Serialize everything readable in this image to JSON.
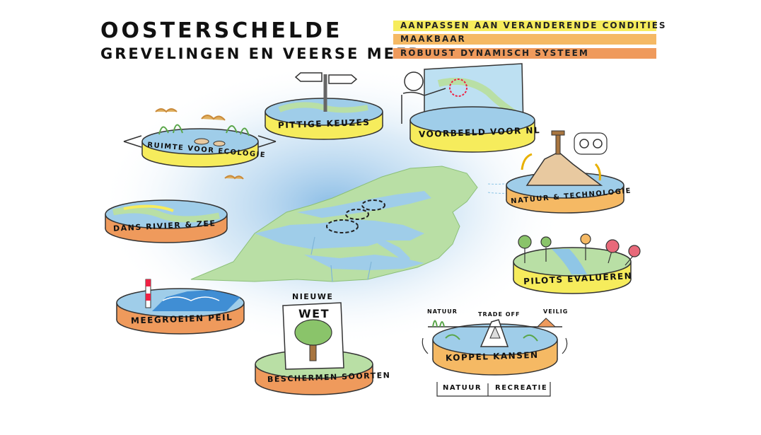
{
  "title": "Oosterschelde",
  "subtitle": "Grevelingen en Veerse Meer",
  "colors": {
    "yellow": "#f6ec5c",
    "light_orange": "#f5b964",
    "orange": "#ef9a5c",
    "water": "#8fc6e6",
    "green": "#b8dfa3",
    "sand": "#e8c9a0"
  },
  "legend": [
    {
      "label": "Aanpassen aan veranderende condities",
      "color": "#f6ec5c"
    },
    {
      "label": "Maakbaar",
      "color": "#f5b964"
    },
    {
      "label": "Robuust dynamisch systeem",
      "color": "#ef9a5c"
    }
  ],
  "islands": {
    "pittige_keuzes": "Pittige keuzes",
    "voorbeeld_nl": "Voorbeeld voor NL",
    "ruimte_ecologie": "Ruimte voor ecologie",
    "natuur_technologie": "Natuur & technologie",
    "dans_rivier_zee": "Dans rivier & zee",
    "pilots_evalueren": "Pilots evalueren",
    "meegroeien_peil": "Meegroeien peil",
    "beschermen_soorten": "Beschermen soorten",
    "koppel_kansen": "Koppel kansen"
  },
  "sign": {
    "top": "Nieuwe",
    "label": "Wet"
  },
  "tradeoff": {
    "left": "Natuur",
    "middle": "Trade off",
    "right": "Veilig"
  },
  "tags": {
    "natuur": "Natuur",
    "recreatie": "Recreatie"
  },
  "icons": [
    "signpost-icon",
    "tree-icon",
    "gear-icon",
    "bird-icon",
    "fish-icon",
    "plus-icon",
    "minus-icon",
    "question-icon",
    "person-icon",
    "mountain-icon"
  ]
}
